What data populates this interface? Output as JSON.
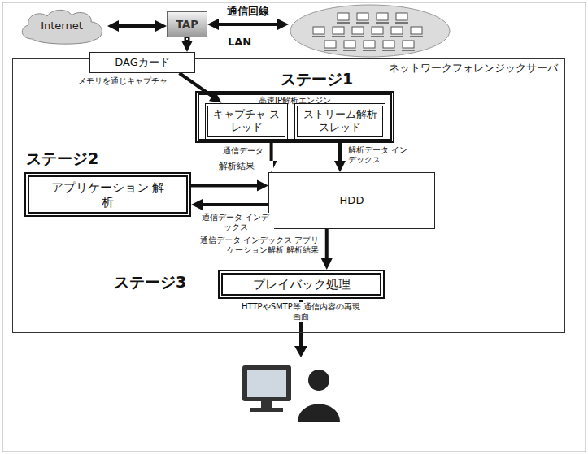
{
  "diagram": {
    "nodes": [
      {
        "text": [
          "Internet"
        ]
      },
      {
        "text": [
          "TAP"
        ]
      },
      {
        "text": [
          "LAN"
        ]
      },
      {
        "text": [
          "ネットワークフォレンジックサーバ"
        ]
      },
      {
        "text": [
          "DAGカード"
        ],
        "in": 3
      },
      {
        "text": [
          "高速IP解析エンジン"
        ],
        "in": 3
      },
      {
        "text": [
          "キャプチャ スレッド"
        ],
        "in": 5
      },
      {
        "text": [
          "ストリーム解析 スレッド"
        ],
        "in": 5
      },
      {
        "text": [
          "HDD"
        ],
        "in": 3
      },
      {
        "text": [
          "アプリケーション 解析"
        ],
        "in": 3
      },
      {
        "text": [
          "プレイバック処理"
        ],
        "in": 3
      }
    ],
    "edges": [
      {
        "from": 0,
        "to": 1,
        "arrow": "both"
      },
      {
        "from": 1,
        "to": 2,
        "label": "通信回線",
        "arrow": "both"
      },
      {
        "from": 1,
        "to": 4,
        "arrow": "to"
      },
      {
        "from": 4,
        "to": 6,
        "label": "メモリを通じキャプチャ",
        "arrow": "to"
      },
      {
        "from": 6,
        "to": 8,
        "label": "通信データ",
        "arrow": "to"
      },
      {
        "from": 7,
        "to": 8,
        "label": "解析データ インデックス",
        "arrow": "to"
      },
      {
        "from": 9,
        "to": 8,
        "label": "解析結果",
        "arrow": "to"
      },
      {
        "from": 8,
        "to": 9,
        "label": "通信データ インデックス",
        "arrow": "to"
      },
      {
        "from": 8,
        "to": 10,
        "label": "通信データ インデックス アプリケーション解析 解析結果",
        "arrow": "to"
      }
    ],
    "labels": [
      "ステージ1",
      "ステージ2",
      "ステージ3",
      "HTTPやSMTP等 通信内容の再現画面"
    ]
  }
}
